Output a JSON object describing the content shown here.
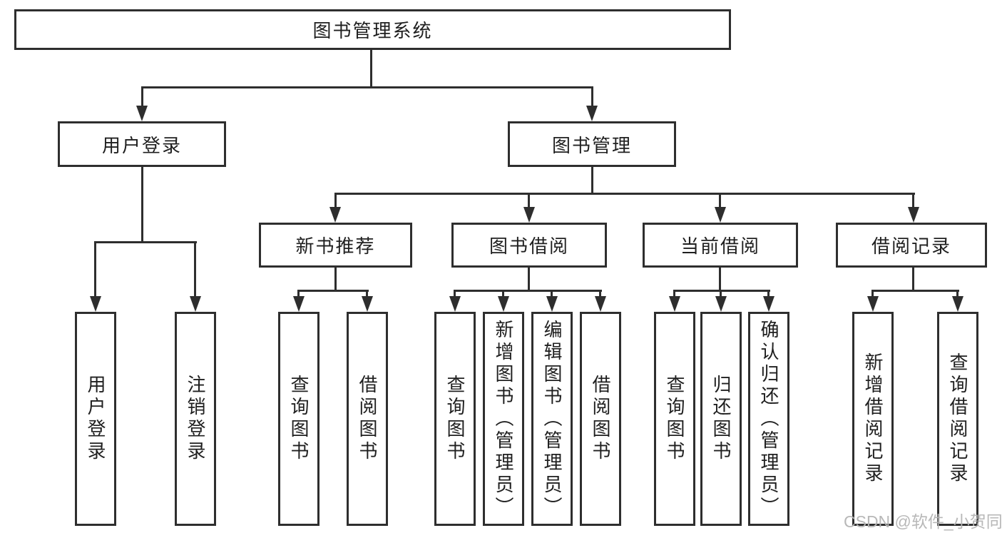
{
  "diagram": {
    "title": "图书管理系统",
    "level2": {
      "user_login": "用户登录",
      "book_mgmt": "图书管理"
    },
    "leaves_user": {
      "login": "用户登录",
      "logout": "注销登录"
    },
    "level3": {
      "new_books": "新书推荐",
      "borrowing": "图书借阅",
      "current": "当前借阅",
      "records": "借阅记录"
    },
    "leaves_new_books": {
      "query": "查询图书",
      "borrow": "借阅图书"
    },
    "leaves_borrowing": {
      "query": "查询图书",
      "add": "新增图书（管理员）",
      "edit": "编辑图书（管理员）",
      "borrow": "借阅图书"
    },
    "leaves_current": {
      "query": "查询图书",
      "return": "归还图书",
      "confirm": "确认归还（管理员）"
    },
    "leaves_records": {
      "add": "新增借阅记录",
      "query": "查询借阅记录"
    },
    "watermark": "CSDN @软件_小贺同学",
    "colors": {
      "line": "#2e2e2e",
      "text": "#1f1f1f",
      "watermark": "#b4b4b4",
      "background": "#ffffff"
    }
  }
}
